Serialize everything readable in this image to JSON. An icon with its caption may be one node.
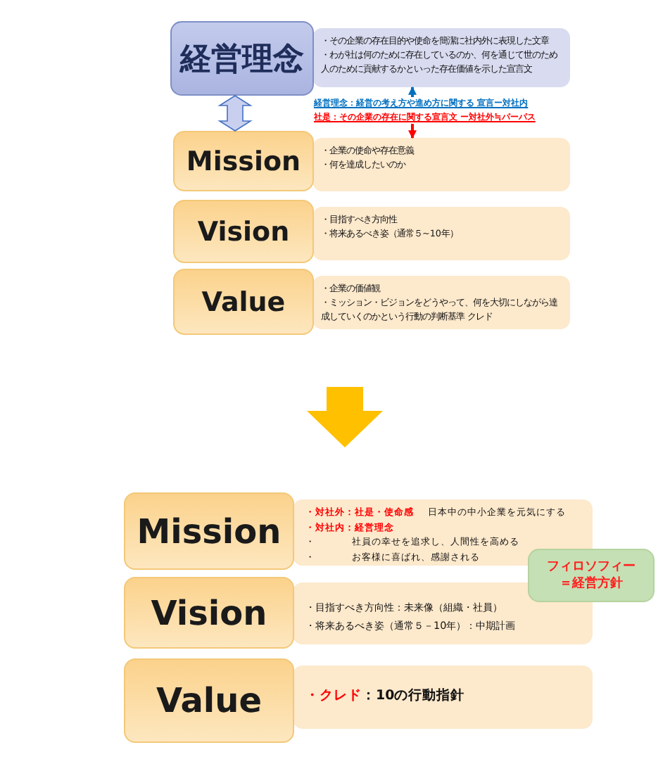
{
  "diagram": {
    "nodes": [
      {
        "text": [
          "経営理念"
        ]
      },
      {
        "text": [
          "・その企業の存在目的や使命を簡潔に社内外に表現した文章",
          "・わが社は何のために存在しているのか、何を通じて世のため人のために貢献するかといった存在価値を示した宣言文"
        ]
      },
      {
        "text": [
          "経営理念：経営の考え方や進め方に関する 宣言ー対社内"
        ]
      },
      {
        "text": [
          "社是：その企業の存在に関する宣言文 ー対社外≒パーパス"
        ]
      },
      {
        "text": [
          "Mission"
        ]
      },
      {
        "text": [
          "・企業の使命や存在意義",
          "・何を達成したいのか"
        ]
      },
      {
        "text": [
          "Vision"
        ]
      },
      {
        "text": [
          "・目指すべき方向性",
          "・将来あるべき姿（通常５~10年）"
        ]
      },
      {
        "text": [
          "Value"
        ]
      },
      {
        "text": [
          "・企業の価値観",
          "・ミッション・ビジョンをどうやって、何を大切にしながら達成していくのかという行動の判断基準 クレド"
        ]
      },
      {
        "text": [
          "Mission"
        ]
      },
      {
        "text": [
          "・対社外：社是・使命感",
          "日本中の中小企業を元気にする",
          "・対社内：経営理念",
          "・",
          "社員の幸せを追求し、人間性を高める",
          "・",
          "お客様に喜ばれ、感謝される"
        ]
      },
      {
        "text": [
          "Vision"
        ]
      },
      {
        "text": [
          "・目指すべき方向性：未来像（組織・社員）",
          "・将来あるべき姿（通常５－10年）：中期計画"
        ]
      },
      {
        "text": [
          "Value"
        ]
      },
      {
        "text": [
          "・クレド",
          "：10の行動指針"
        ]
      },
      {
        "text": [
          "フィロソフィー＝経営方針"
        ]
      }
    ],
    "edges": [
      {
        "from": 0,
        "to": 4,
        "arrow": "both",
        "style": "thick",
        "color": "#c9cfee"
      },
      {
        "from": 2,
        "to": 1,
        "arrow": "to",
        "color": "#0070c0"
      },
      {
        "from": 3,
        "to": 5,
        "arrow": "to",
        "color": "#ff0000"
      },
      {
        "from": 9,
        "to": 11,
        "arrow": "to",
        "style": "thick",
        "color": "#ffc000"
      }
    ]
  }
}
